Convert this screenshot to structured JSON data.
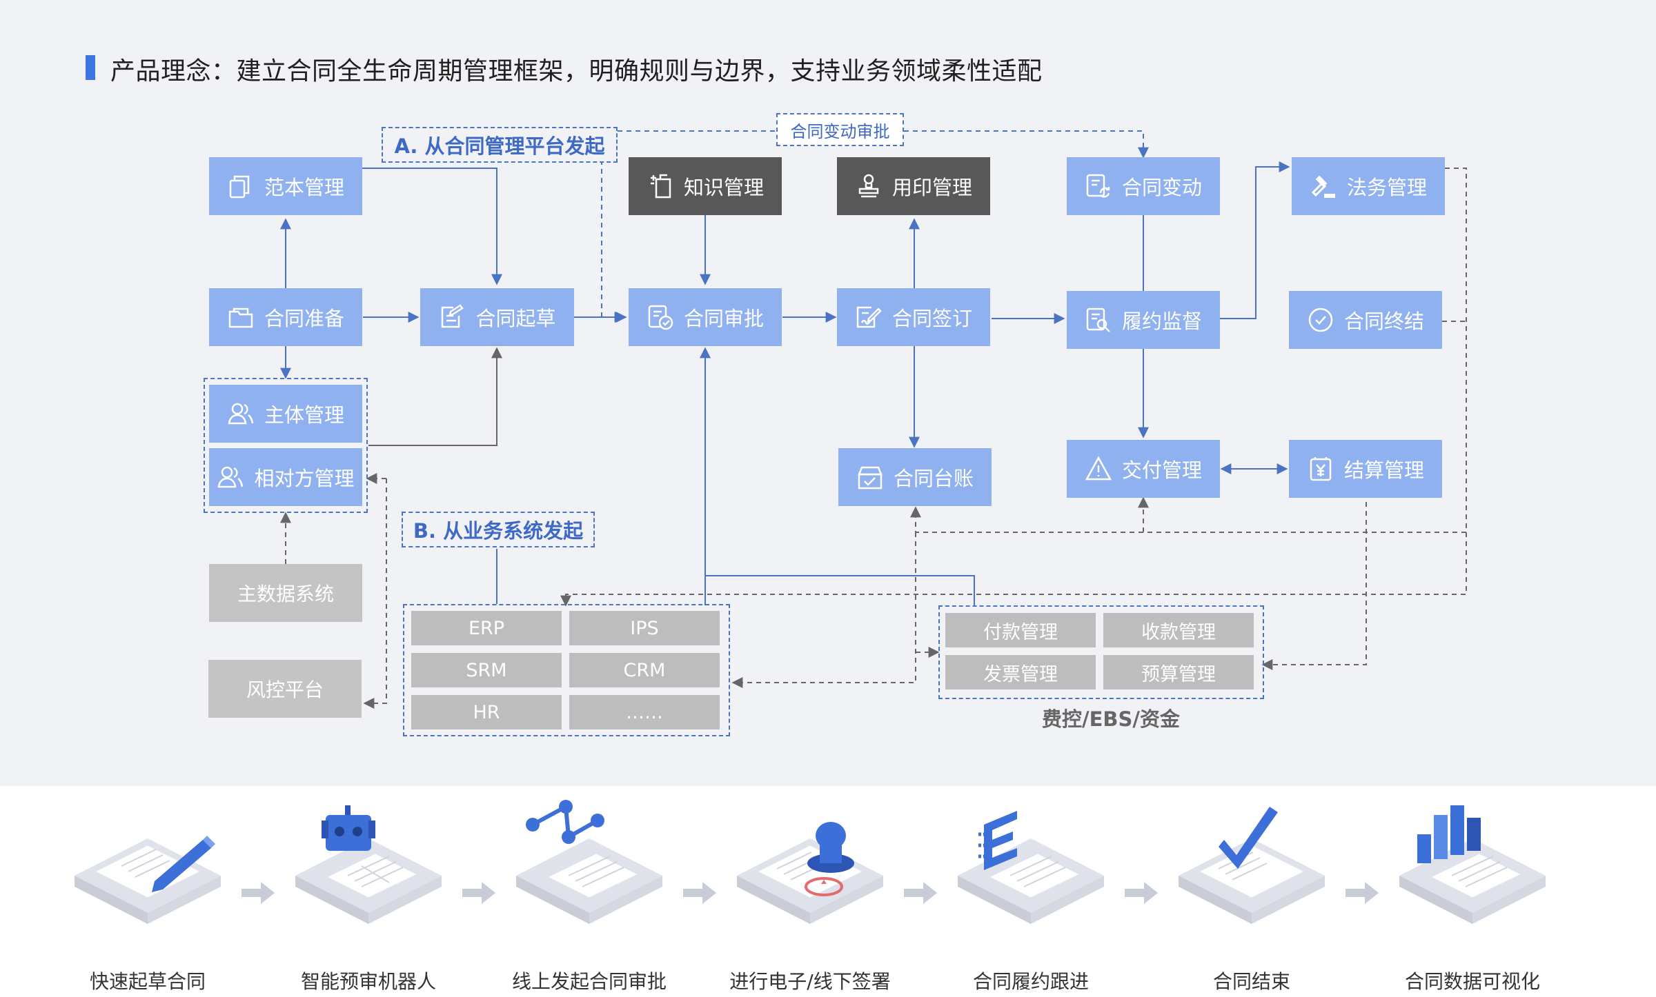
{
  "heading": "产品理念：建立合同全生命周期管理框架，明确规则与边界，支持业务领域柔性适配",
  "colors": {
    "node_blue": "#8fb1f0",
    "node_dark": "#585858",
    "node_gray": "#c4c4c4",
    "accent": "#3d75e3",
    "tag_text": "#3e69c6",
    "background": "#f1f2f6"
  },
  "nodes": {
    "template_mgmt": "范本管理",
    "contract_prep": "合同准备",
    "entity_mgmt": "主体管理",
    "counterparty_mgmt": "相对方管理",
    "master_data": "主数据系统",
    "risk_platform": "风控平台",
    "contract_draft": "合同起草",
    "knowledge_mgmt": "知识管理",
    "contract_review": "合同审批",
    "seal_mgmt": "用印管理",
    "contract_sign": "合同签订",
    "contract_ledger": "合同台账",
    "contract_change": "合同变动",
    "performance_monitor": "履约监督",
    "delivery_mgmt": "交付管理",
    "legal_mgmt": "法务管理",
    "contract_termination": "合同终结",
    "settlement_mgmt": "结算管理"
  },
  "tags": {
    "from_platform": "A. 从合同管理平台发起",
    "from_business": "B. 从业务系统发起",
    "change_review": "合同变动审批"
  },
  "business_systems": [
    "ERP",
    "IPS",
    "SRM",
    "CRM",
    "HR",
    "……"
  ],
  "finance_systems": [
    "付款管理",
    "收款管理",
    "发票管理",
    "预算管理"
  ],
  "finance_caption": "费控/EBS/资金",
  "steps": [
    {
      "label": "快速起草合同",
      "icon": "pen-document-icon"
    },
    {
      "label": "智能预审机器人",
      "icon": "robot-document-icon"
    },
    {
      "label": "线上发起合同审批",
      "icon": "flow-document-icon"
    },
    {
      "label": "进行电子/线下签署",
      "icon": "stamp-document-icon"
    },
    {
      "label": "合同履约跟进",
      "icon": "bracket-document-icon"
    },
    {
      "label": "合同结束",
      "icon": "check-document-icon"
    },
    {
      "label": "合同数据可视化",
      "icon": "bar-chart-document-icon"
    }
  ]
}
